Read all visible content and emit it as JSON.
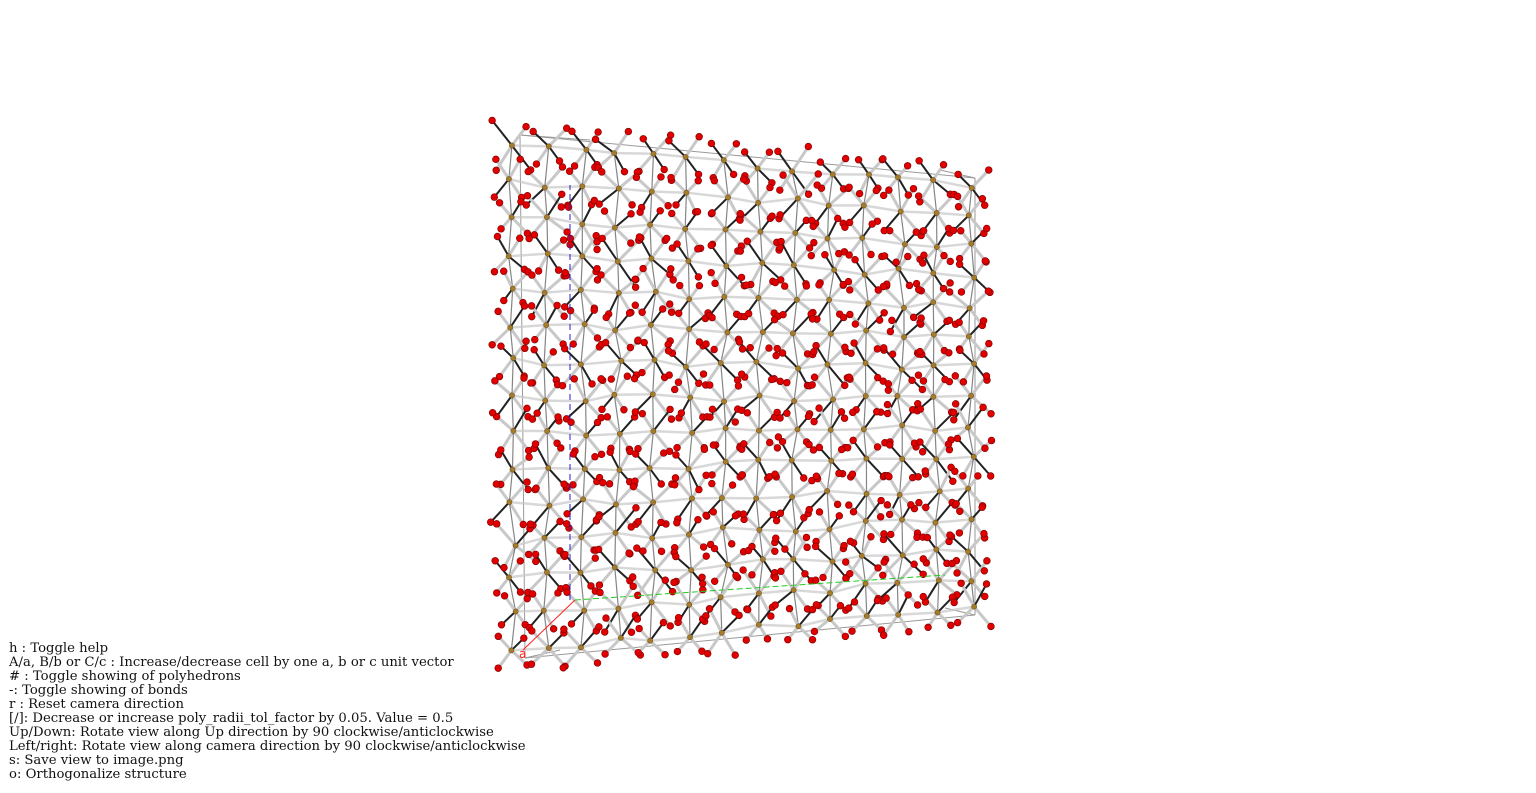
{
  "viewer": {
    "axis_label": "a",
    "colors": {
      "background": "#ffffff",
      "atom_o": "#e00000",
      "atom_metal": "#a67c2a",
      "bond_light": "#c8c8c8",
      "bond_dark": "#222222",
      "cell_edge": "#9a9a9a",
      "axis_a": "#ff2020",
      "axis_b": "#22cc22",
      "axis_c": "#2222cc"
    }
  },
  "help": {
    "lines": [
      "h : Toggle help",
      "A/a, B/b or C/c : Increase/decrease cell by one a, b or c unit vector",
      "# : Toggle showing of polyhedrons",
      "-: Toggle showing of bonds",
      "r : Reset camera direction",
      "[/]: Decrease or increase poly_radii_tol_factor by 0.05. Value = 0.5",
      "Up/Down: Rotate view along Up direction by 90 clockwise/anticlockwise",
      "Left/right: Rotate view along camera direction by 90 clockwise/anticlockwise",
      "s: Save view to image.png",
      "o: Orthogonalize structure"
    ]
  }
}
